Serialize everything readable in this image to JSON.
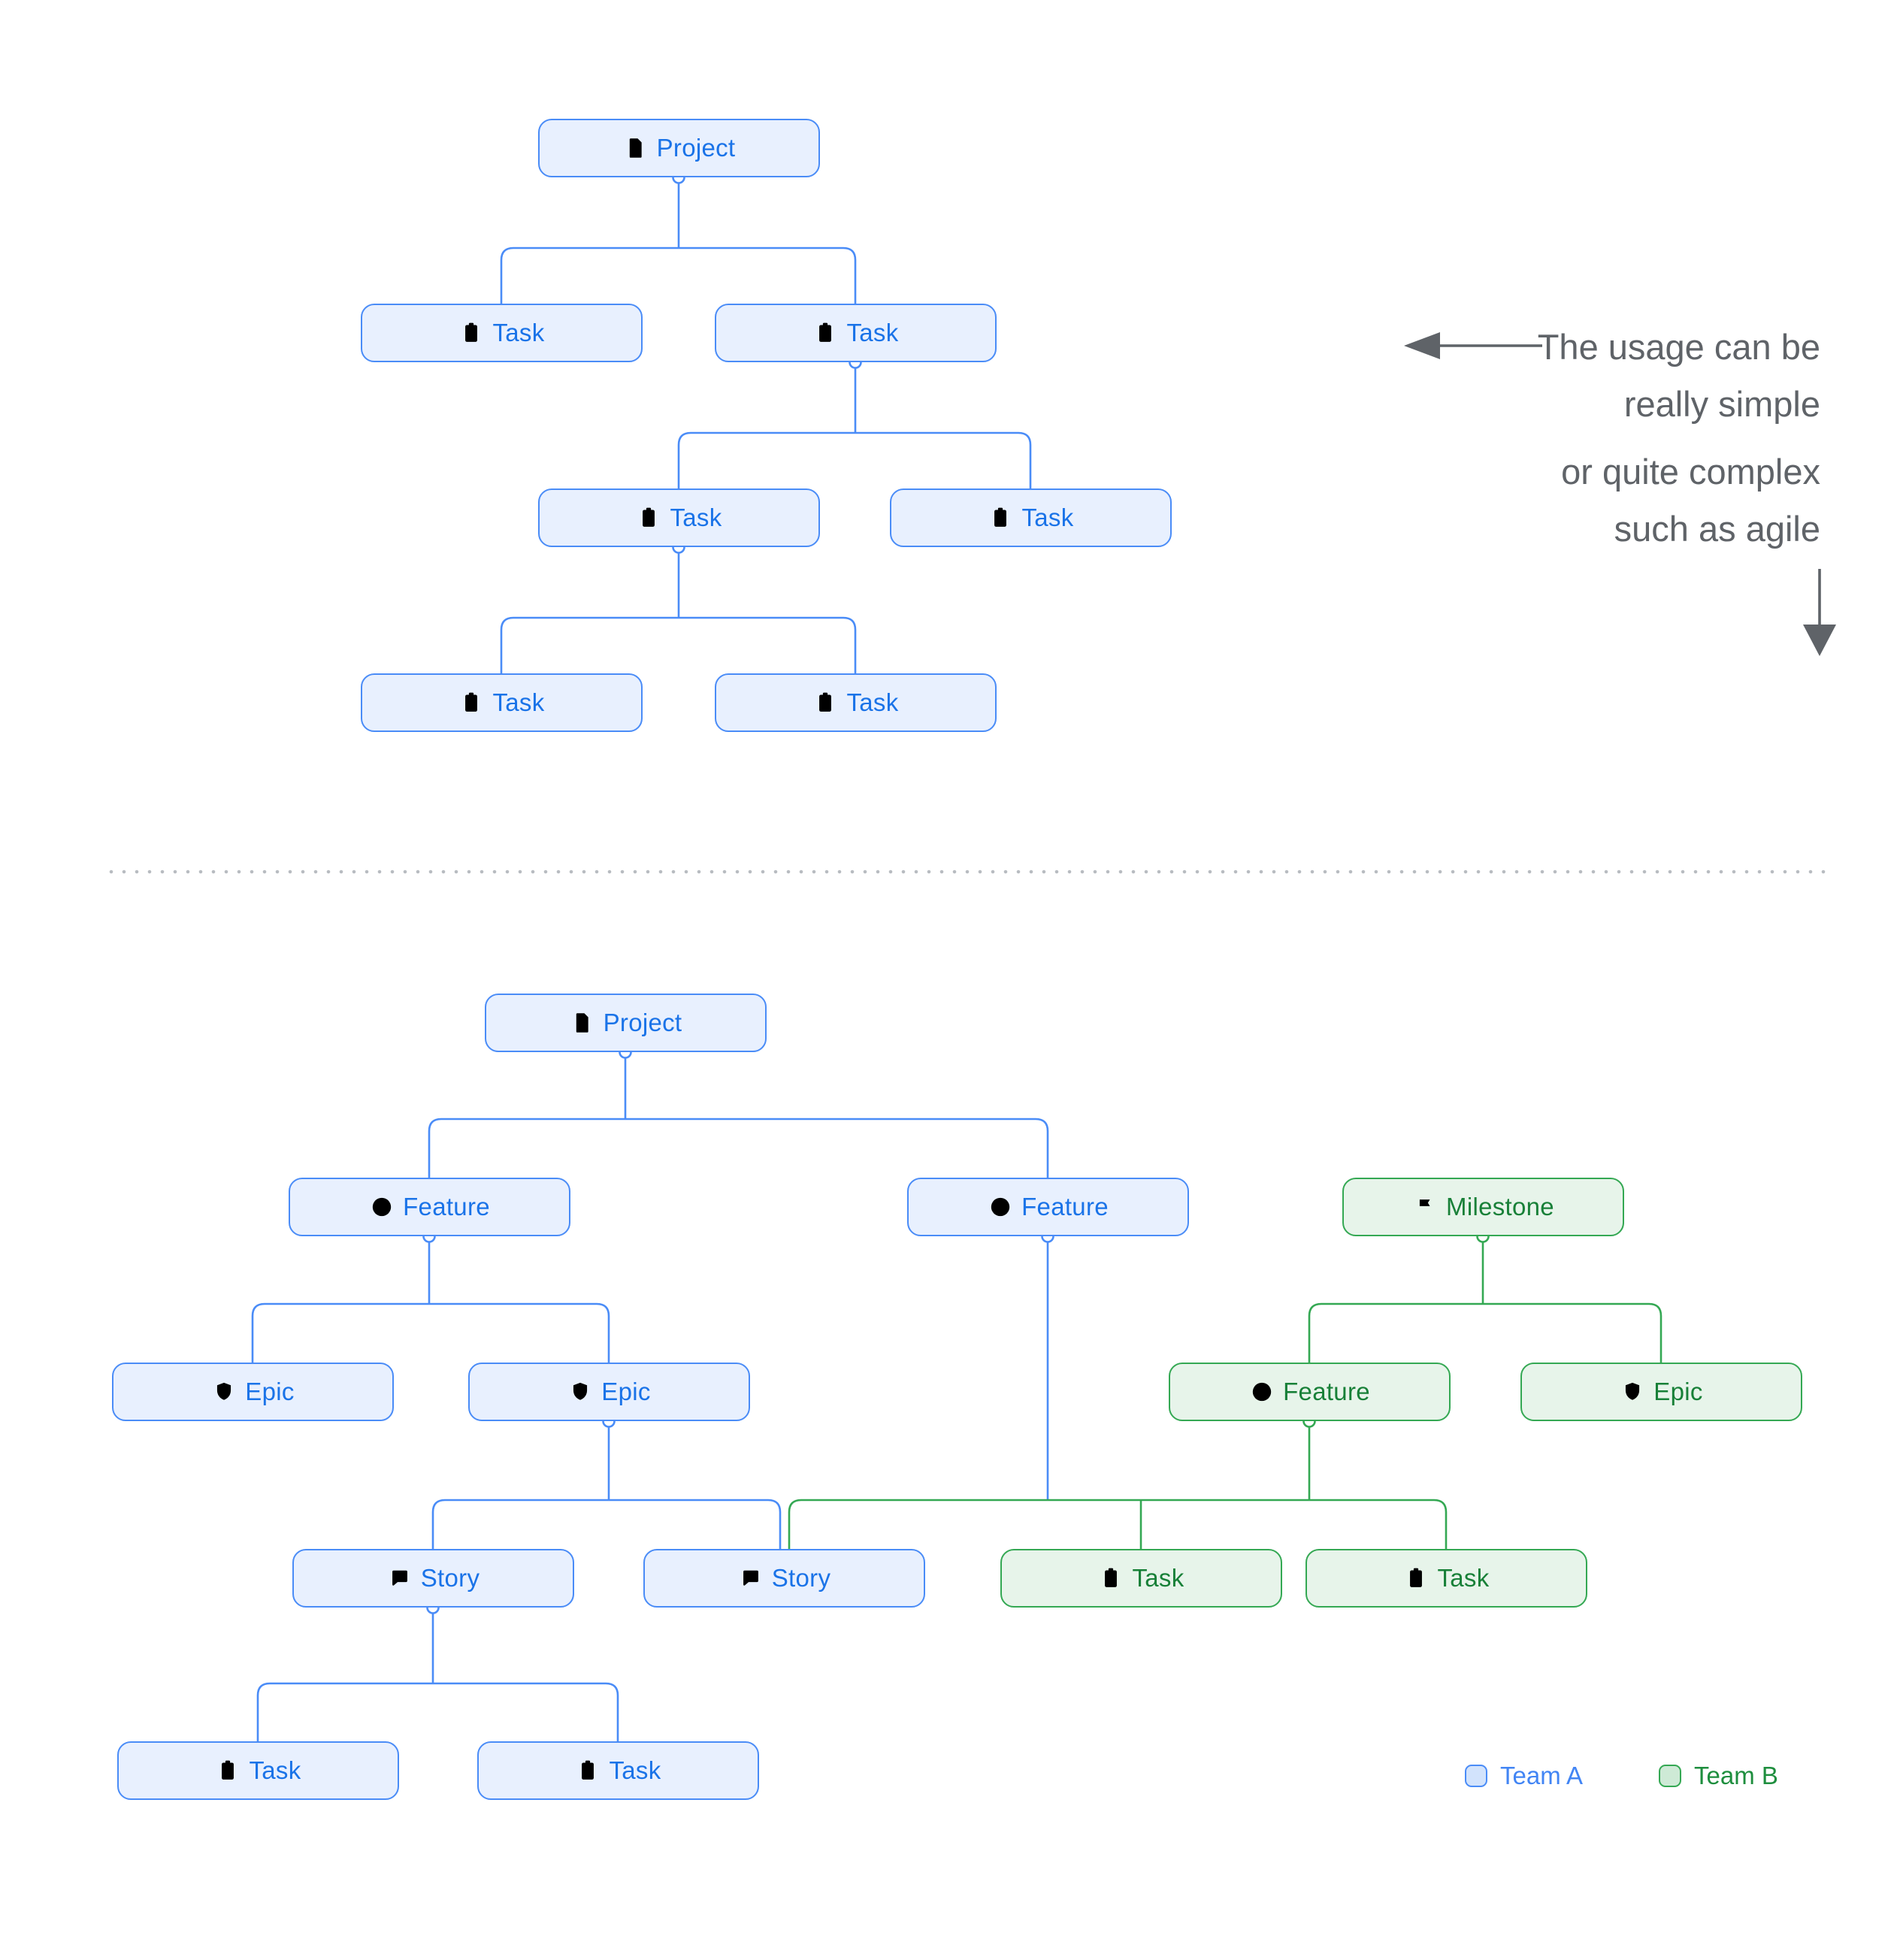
{
  "colors": {
    "team_a_fill": "#e8f0fe",
    "team_a_border": "#4a8cf7",
    "team_a_text": "#1a73e8",
    "team_b_fill": "#e7f4ea",
    "team_b_border": "#34a853",
    "team_b_text": "#188038",
    "connector_a": "#4a8cf7",
    "connector_b": "#34a853",
    "annotation": "#5f6368",
    "divider": "#b8bcc1",
    "legend_a_fill": "#d2e3fc",
    "legend_b_fill": "#ceead6",
    "legend_a_text": "#4285f4",
    "legend_b_text": "#1e8e3e"
  },
  "annotation": {
    "simple_note_line1": "The usage can be",
    "simple_note_line2": "really simple",
    "complex_note_line1": "or quite complex",
    "complex_note_line2": "such as agile"
  },
  "legend": {
    "team_a_label": "Team A",
    "team_b_label": "Team B"
  },
  "diagrams": {
    "simple": {
      "nodes": [
        {
          "id": "p1",
          "label": "Project",
          "icon": "project-icon",
          "team": "a"
        },
        {
          "id": "t_a",
          "label": "Task",
          "icon": "task-icon",
          "team": "a"
        },
        {
          "id": "t_b",
          "label": "Task",
          "icon": "task-icon",
          "team": "a"
        },
        {
          "id": "t_c",
          "label": "Task",
          "icon": "task-icon",
          "team": "a"
        },
        {
          "id": "t_d",
          "label": "Task",
          "icon": "task-icon",
          "team": "a"
        },
        {
          "id": "t_e",
          "label": "Task",
          "icon": "task-icon",
          "team": "a"
        },
        {
          "id": "t_f",
          "label": "Task",
          "icon": "task-icon",
          "team": "a"
        }
      ]
    },
    "complex": {
      "nodes": [
        {
          "id": "p2",
          "label": "Project",
          "icon": "project-icon",
          "team": "a"
        },
        {
          "id": "f1",
          "label": "Feature",
          "icon": "feature-icon",
          "team": "a"
        },
        {
          "id": "f2",
          "label": "Feature",
          "icon": "feature-icon",
          "team": "a"
        },
        {
          "id": "ms",
          "label": "Milestone",
          "icon": "milestone-icon",
          "team": "b"
        },
        {
          "id": "e1",
          "label": "Epic",
          "icon": "epic-icon",
          "team": "a"
        },
        {
          "id": "e2",
          "label": "Epic",
          "icon": "epic-icon",
          "team": "a"
        },
        {
          "id": "gf",
          "label": "Feature",
          "icon": "feature-icon",
          "team": "b"
        },
        {
          "id": "ge",
          "label": "Epic",
          "icon": "epic-icon",
          "team": "b"
        },
        {
          "id": "s1",
          "label": "Story",
          "icon": "story-icon",
          "team": "a"
        },
        {
          "id": "s2",
          "label": "Story",
          "icon": "story-icon",
          "team": "a"
        },
        {
          "id": "gt1",
          "label": "Task",
          "icon": "task-icon",
          "team": "b"
        },
        {
          "id": "gt2",
          "label": "Task",
          "icon": "task-icon",
          "team": "b"
        },
        {
          "id": "bt1",
          "label": "Task",
          "icon": "task-icon",
          "team": "a"
        },
        {
          "id": "bt2",
          "label": "Task",
          "icon": "task-icon",
          "team": "a"
        }
      ]
    }
  }
}
